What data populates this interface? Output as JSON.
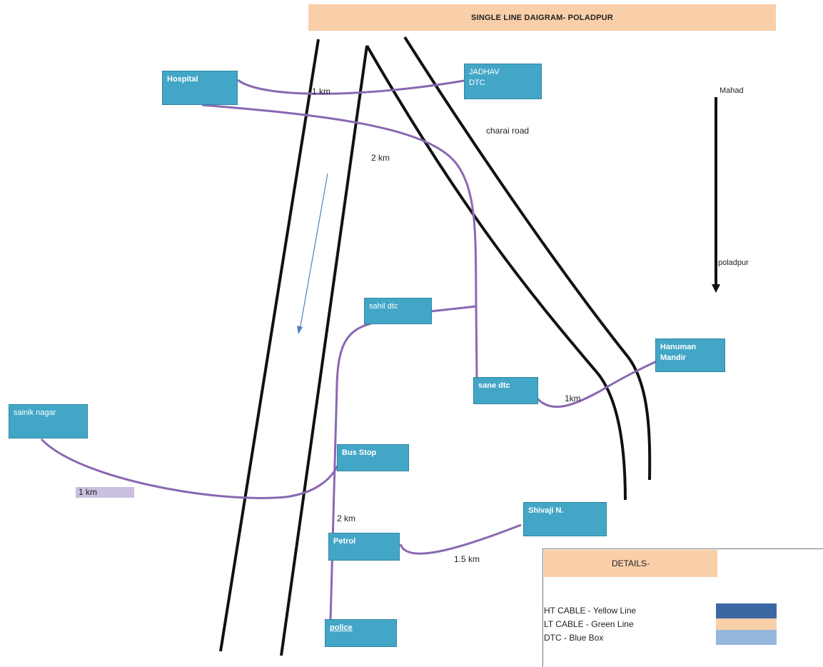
{
  "title": "SINGLE LINE DAIGRAM- POLADPUR",
  "boxes": {
    "hospital": "Hospital",
    "jadhav_dtc_line1": "JADHAV",
    "jadhav_dtc_line2": "DTC",
    "sahil_dtc": "sahil dtc",
    "sane_dtc": "sane dtc",
    "hanuman_line1": "Hanuman",
    "hanuman_line2": "Mandir",
    "sainik_nagar": "sainik nagar",
    "bus_stop": "Bus Stop",
    "shivaji": "Shivaji N.",
    "petrol": "Petrol",
    "police": "police"
  },
  "labels": {
    "hospital_jadhav_distance": "1 km",
    "charai_road": "charai road",
    "hospital_sane_distance": "2 km",
    "mahad": "Mahad",
    "poladpur": "poladpur",
    "sane_hanuman_distance": "1km",
    "sainik_busstop_distance": "1  km",
    "busstop_petrol_distance": "2 km",
    "petrol_shivaji_distance": "1.5 km"
  },
  "details": {
    "heading": "DETAILS-",
    "ht_cable": "HT CABLE - Yellow Line",
    "lt_cable": "LT CABLE - Green Line",
    "dtc": "DTC - Blue Box"
  },
  "colors": {
    "ht_swatch": "#3d67a3",
    "lt_swatch": "#f9cfa9",
    "dtc_swatch": "#95b7dc",
    "dtc_box": "#43a6c6",
    "cable": "#8a67b2",
    "road": "#111111"
  }
}
